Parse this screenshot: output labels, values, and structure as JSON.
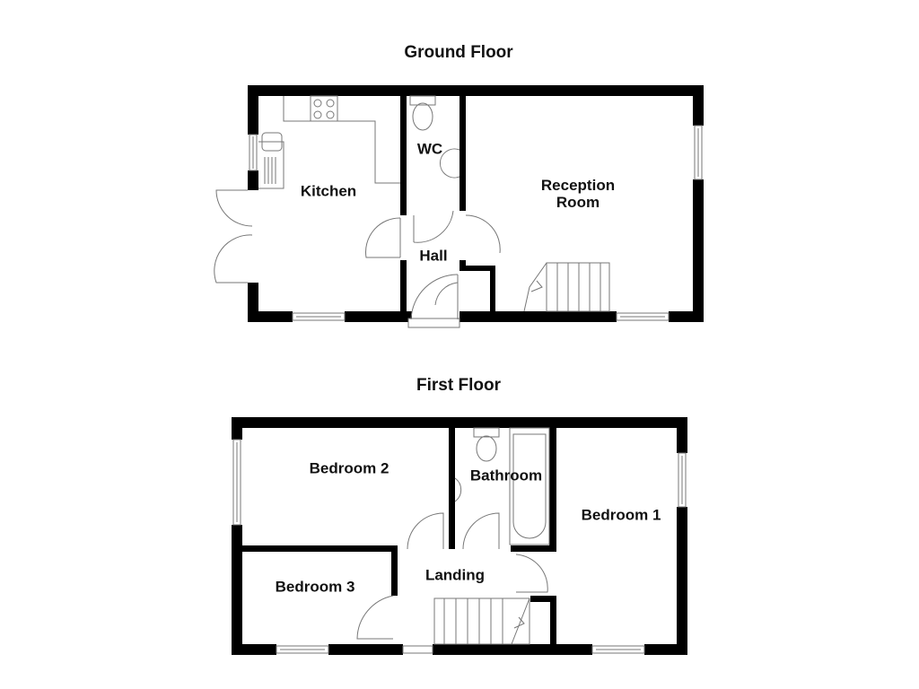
{
  "ground_floor": {
    "title": "Ground Floor",
    "rooms": {
      "kitchen": "Kitchen",
      "wc": "WC",
      "reception_line1": "Reception",
      "reception_line2": "Room",
      "hall": "Hall"
    }
  },
  "first_floor": {
    "title": "First Floor",
    "rooms": {
      "bedroom2": "Bedroom 2",
      "bathroom": "Bathroom",
      "bedroom1": "Bedroom 1",
      "bedroom3": "Bedroom 3",
      "landing": "Landing"
    }
  },
  "colors": {
    "wall": "#000000",
    "fixture": "#777777",
    "background": "#ffffff"
  }
}
